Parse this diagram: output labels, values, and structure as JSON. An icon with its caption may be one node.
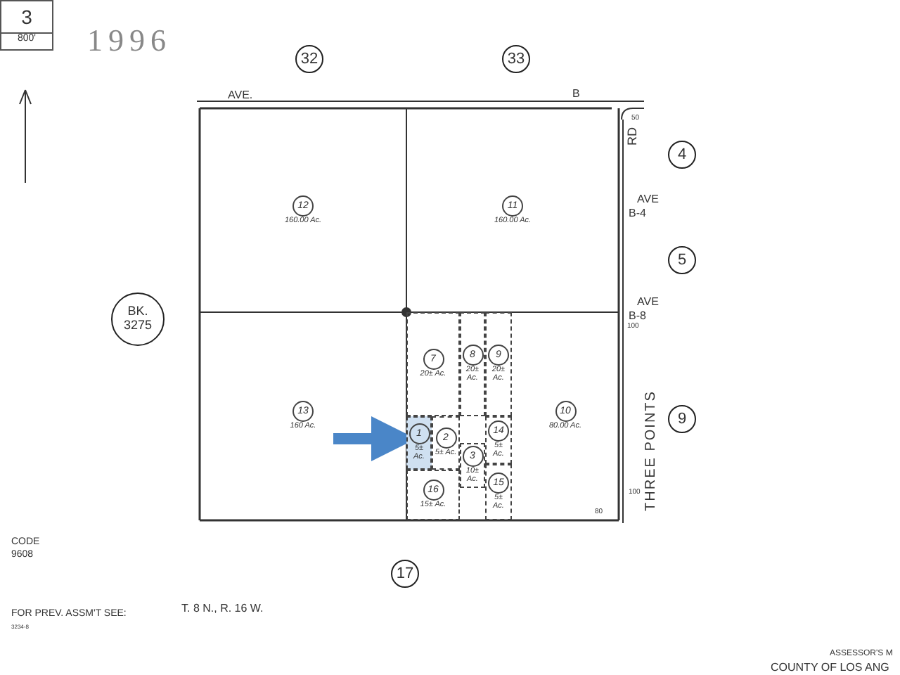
{
  "diagram": {
    "nodes": [
      {
        "text": [
          "3",
          "800'"
        ]
      },
      {
        "text": [
          "32"
        ]
      },
      {
        "text": [
          "33"
        ]
      },
      {
        "text": [
          "4"
        ]
      },
      {
        "text": [
          "5"
        ]
      },
      {
        "text": [
          "BK. 3275"
        ]
      },
      {
        "text": [
          "9"
        ]
      },
      {
        "text": [
          "17"
        ]
      },
      {
        "text": [
          "12",
          "160.00 Ac."
        ]
      },
      {
        "text": [
          "11",
          "160.00 Ac."
        ]
      },
      {
        "text": [
          "13",
          "160 Ac."
        ]
      },
      {
        "text": [
          "7",
          "20± Ac."
        ]
      },
      {
        "text": [
          "8",
          "20± Ac."
        ]
      },
      {
        "text": [
          "9",
          "20± Ac."
        ]
      },
      {
        "text": [
          "10",
          "80.00 Ac."
        ]
      },
      {
        "text": [
          "1",
          "5± Ac."
        ]
      },
      {
        "text": [
          "2",
          "5± Ac."
        ]
      },
      {
        "text": [
          "14",
          "5± Ac."
        ]
      },
      {
        "text": [
          "3",
          "10± Ac."
        ]
      },
      {
        "text": [
          "16",
          "15± Ac."
        ]
      },
      {
        "text": [
          "15",
          "5± Ac."
        ]
      }
    ],
    "edges": [
      {
        "from": null,
        "to": 15,
        "arrow": "to"
      }
    ],
    "labels": [
      "1996",
      "AVE.",
      "B",
      "RD",
      "AVE",
      "B-4",
      "AVE",
      "B-8",
      "50",
      "100",
      "100",
      "80",
      "THREE POINTS",
      "CODE",
      "9608",
      "FOR PREV. ASSM'T SEE:",
      "3234-8",
      "T. 8 N., R. 16 W.",
      "ASSESSOR'S M",
      "COUNTY OF LOS ANG"
    ]
  }
}
